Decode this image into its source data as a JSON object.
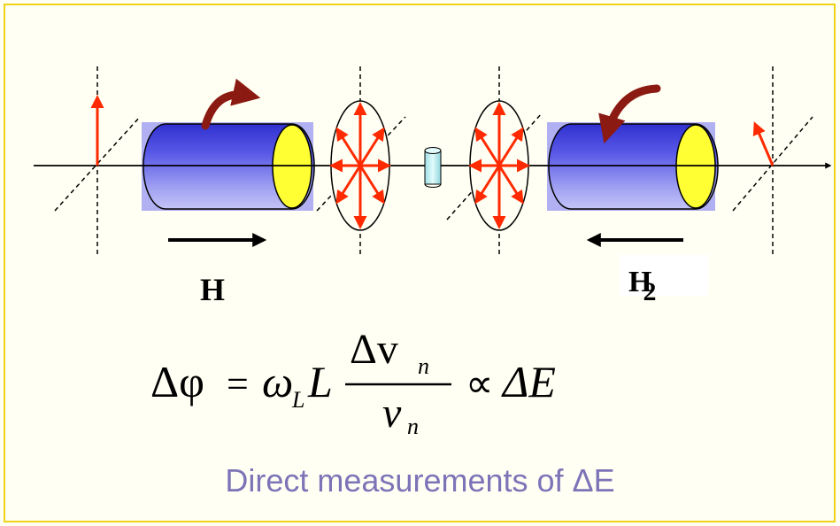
{
  "labels": {
    "field_left": "H",
    "field_right": "H",
    "field_right_subscript": "2"
  },
  "formula": {
    "lhs": "Δφ",
    "equals": "=",
    "omega": "ω",
    "omega_sub": "L",
    "length": "L",
    "numerator": "Δv",
    "numerator_sub": "n",
    "denominator": "v",
    "denominator_sub": "n",
    "proportional": "∝",
    "rhs": "ΔE"
  },
  "caption": "Direct measurements of ΔE",
  "colors": {
    "border": "#f0d21a",
    "cylinder_blue": "#3a3ad8",
    "cylinder_end_yellow": "#ffff33",
    "polarization_red": "#ff2a00",
    "rotation_arrow": "#8b1a12",
    "caption": "#7d74b8",
    "sample_cyan": "#b8ecf0"
  }
}
